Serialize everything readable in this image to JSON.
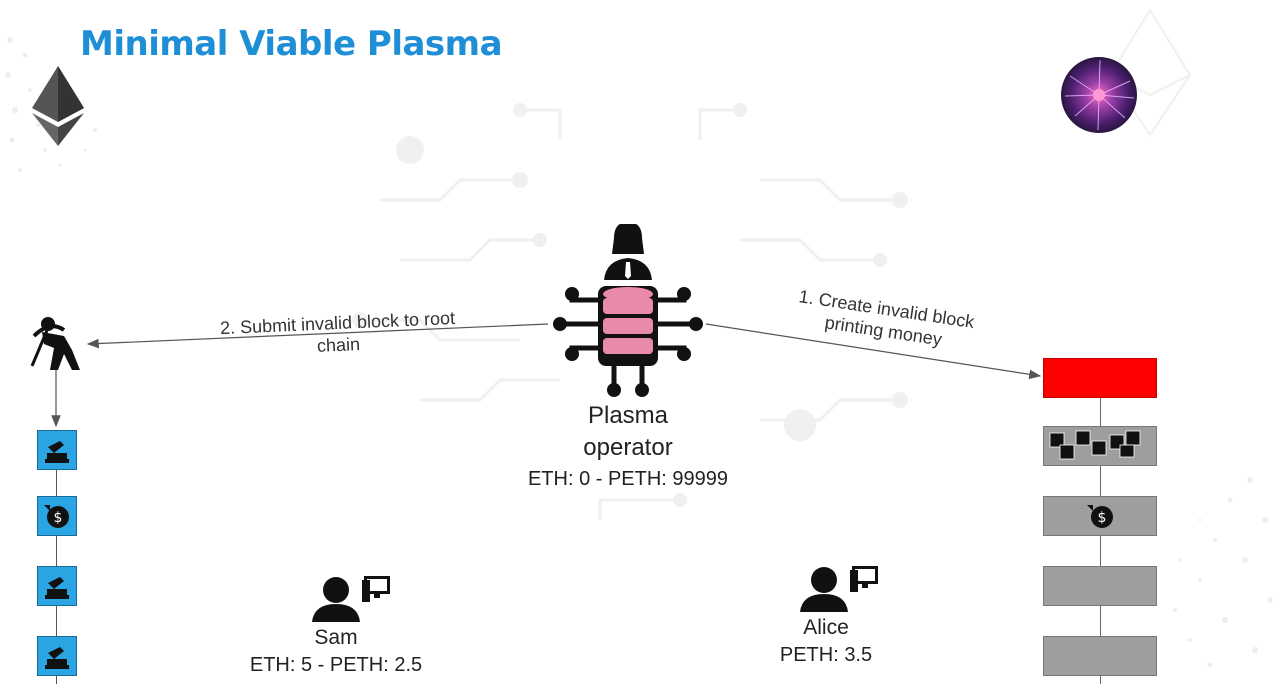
{
  "slide": {
    "title": "Minimal Viable Plasma"
  },
  "operator": {
    "name_line1": "Plasma",
    "name_line2": "operator",
    "balance": "ETH: 0 - PETH: 99999"
  },
  "arrows": {
    "create_line1": "1. Create invalid block",
    "create_line2": "printing money",
    "submit_line1": "2. Submit invalid block to root",
    "submit_line2": "chain"
  },
  "users": {
    "sam": {
      "name": "Sam",
      "balance": "ETH: 5 - PETH: 2.5"
    },
    "alice": {
      "name": "Alice",
      "balance": "PETH: 3.5"
    }
  },
  "colors": {
    "title": "#1e8fd6",
    "root_block": "#2aa4e2",
    "plasma_block": "#9e9e9e",
    "invalid_block": "#ff0000",
    "database": "#e98aa9"
  },
  "icons": {
    "logo": "ethereum-icon",
    "plasma": "plasma-ball-icon",
    "miner": "miner-icon",
    "operator": "database-operator-icon",
    "user": "user-computer-icon"
  }
}
